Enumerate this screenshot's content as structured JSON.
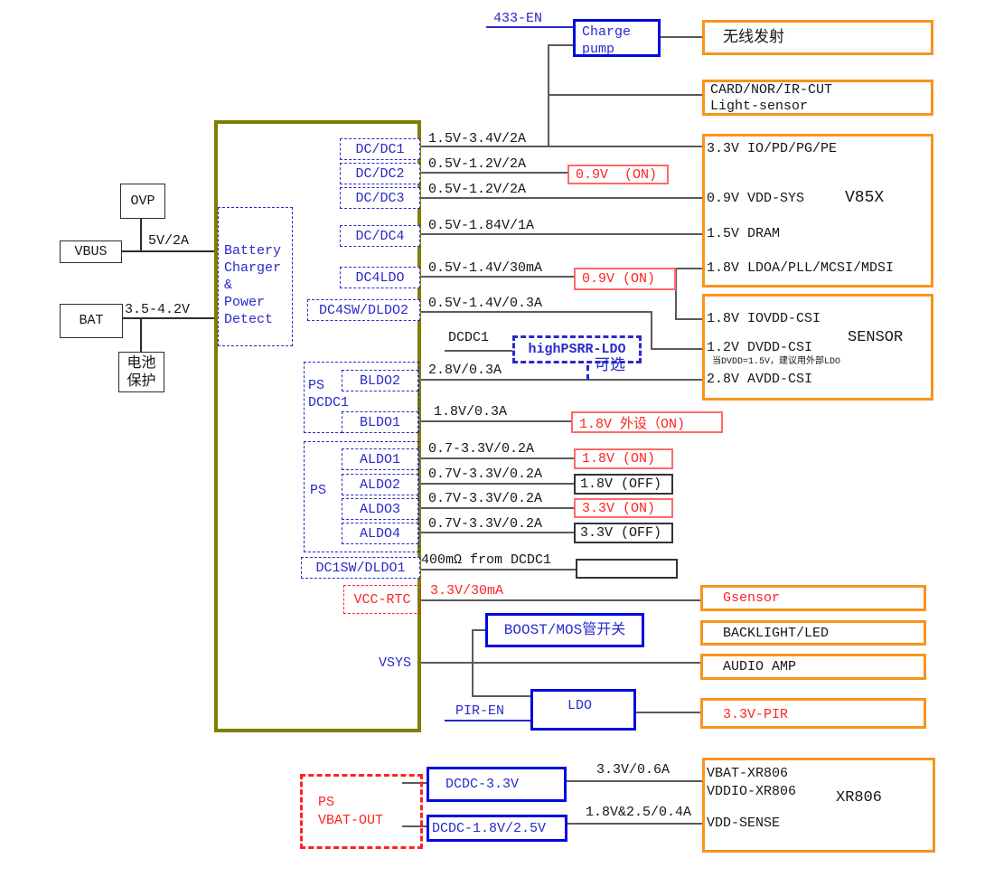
{
  "left": {
    "ovp": "OVP",
    "vbus": "VBUS",
    "vbus_rating": "5V/2A",
    "bat": "BAT",
    "bat_rating": "3.5-4.2V",
    "battery_protect": "电池\n保护"
  },
  "pmic": {
    "charger_block": "Battery\nCharger\n&\nPower\nDetect",
    "vsys": "VSYS",
    "regulators": {
      "dcdc1": "DC/DC1",
      "dcdc2": "DC/DC2",
      "dcdc3": "DC/DC3",
      "dcdc4": "DC/DC4",
      "dc4ldo": "DC4LDO",
      "dc4sw_dldo2": "DC4SW/DLDO2",
      "bldo_group": "PS\nDCDC1",
      "bldo2": "BLDO2",
      "bldo1": "BLDO1",
      "aldo_group": "PS",
      "aldo1": "ALDO1",
      "aldo2": "ALDO2",
      "aldo3": "ALDO3",
      "aldo4": "ALDO4",
      "dc1sw_dldo1": "DC1SW/DLDO1",
      "vcc_rtc": "VCC-RTC"
    },
    "ratings": {
      "dcdc1": "1.5V-3.4V/2A",
      "dcdc2": "0.5V-1.2V/2A",
      "dcdc3": "0.5V-1.2V/2A",
      "dcdc4": "0.5V-1.84V/1A",
      "dc4ldo": "0.5V-1.4V/30mA",
      "dc4sw_dldo2": "0.5V-1.4V/0.3A",
      "bldo2": "2.8V/0.3A",
      "bldo1": "1.8V/0.3A",
      "aldo1": "0.7-3.3V/0.2A",
      "aldo2": "0.7V-3.3V/0.2A",
      "aldo3": "0.7V-3.3V/0.2A",
      "aldo4": "0.7V-3.3V/0.2A",
      "dc1sw_dldo1": "400mΩ from DCDC1",
      "vcc_rtc": "3.3V/30mA"
    },
    "status": {
      "dcdc2": "0.9V  (ON)",
      "dc4ldo": "0.9V (ON)",
      "bldo1": "1.8V 外设（ON)",
      "aldo1": "1.8V (ON)",
      "aldo2": "1.8V (OFF)",
      "aldo3": "3.3V (ON)",
      "aldo4": "3.3V (OFF)"
    }
  },
  "mid": {
    "en_433": "433-EN",
    "charge_pump": "Charge\npump",
    "dcdc1_ref": "DCDC1",
    "high_psrr_ldo": "highPSRR-LDO",
    "optional": "可选",
    "boost": "BOOST/MOS管开关",
    "ldo": "LDO",
    "pir_en": "PIR-EN"
  },
  "loads": {
    "wireless_tx": "无线发射",
    "card_sensor": "CARD/NOR/IR-CUT\nLight-sensor",
    "gsensor": "Gsensor",
    "backlight": "BACKLIGHT/LED",
    "audio_amp": "AUDIO AMP",
    "pir_33v": "3.3V-PIR"
  },
  "v85x": {
    "chip": "V85X",
    "pins": [
      "3.3V IO/PD/PG/PE",
      "0.9V VDD-SYS",
      "1.5V DRAM",
      "1.8V LDOA/PLL/MCSI/MDSI"
    ]
  },
  "sensor": {
    "chip": "SENSOR",
    "pins": [
      "1.8V IOVDD-CSI",
      "1.2V DVDD-CSI",
      "2.8V AVDD-CSI"
    ],
    "note": "当DVDD=1.5V，建议用外部LDO"
  },
  "bottom": {
    "ps_vbat_out": "PS\nVBAT-OUT",
    "dcdc_33": "DCDC-3.3V",
    "dcdc_18_25": "DCDC-1.8V/2.5V",
    "rail_33": "3.3V/0.6A",
    "rail_18_25": "1.8V&2.5/0.4A",
    "xr806": {
      "chip": "XR806",
      "pins": [
        "VBAT-XR806",
        "VDDIO-XR806",
        "VDD-SENSE"
      ]
    }
  },
  "colors": {
    "orange": "#F7941D",
    "blue": "#2929CC",
    "blue_border": "#0008E0",
    "red": "#FF2222",
    "olive": "#7E7E00",
    "wire": "#5A5A5A"
  }
}
